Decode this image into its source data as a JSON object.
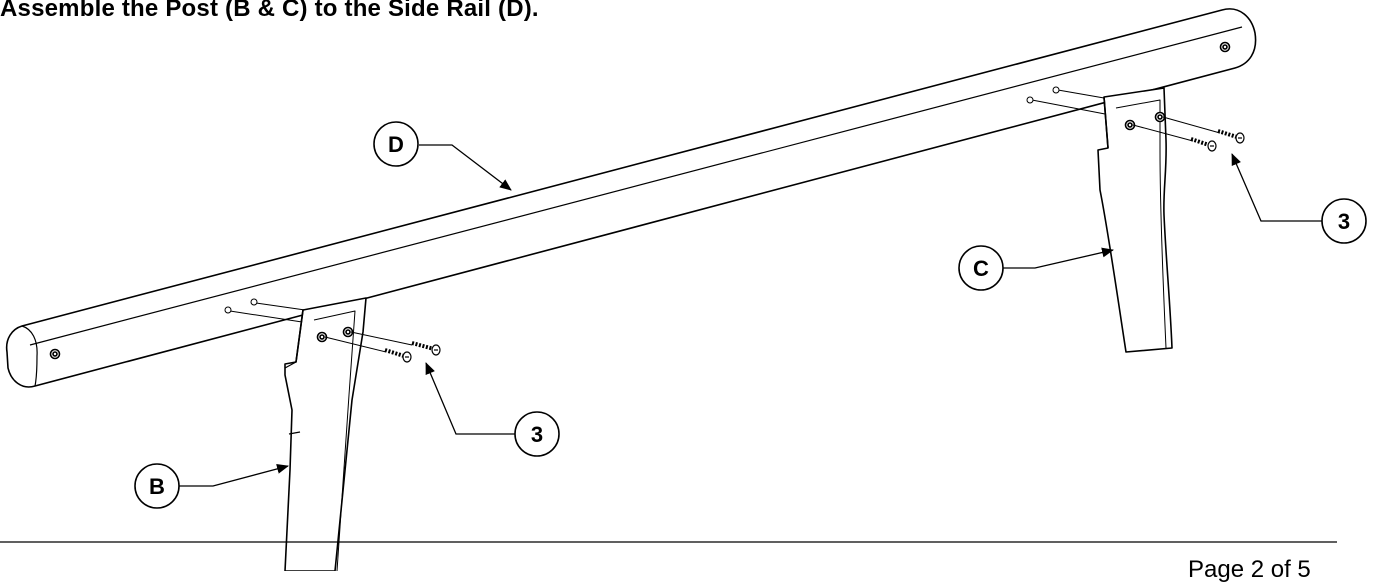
{
  "instruction": {
    "heading": "Assemble the Post (B & C) to the Side Rail (D)."
  },
  "footer": {
    "page_label": "Page 2 of 5"
  },
  "callouts": {
    "rail": "D",
    "post_left": "B",
    "post_right": "C",
    "hardware_left": "3",
    "hardware_right": "3"
  },
  "colors": {
    "line": "#000000",
    "fill": "#ffffff"
  }
}
